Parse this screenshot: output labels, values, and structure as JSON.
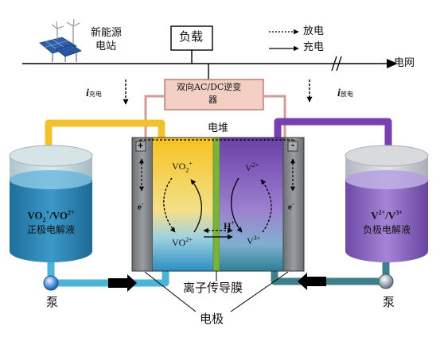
{
  "labels": {
    "renewable_station": [
      "新能源",
      "电站"
    ],
    "load": "负载",
    "legend_discharge": "放电",
    "legend_charge": "充电",
    "grid": "电网",
    "i_main": "i",
    "i_charge_sub": "充电",
    "i_discharge_sub": "放电",
    "inverter": [
      "双向AC/DC逆变",
      "器"
    ],
    "stack": "电堆",
    "positive_sign": "+",
    "negative_sign": "-",
    "electron": "e",
    "electron_sup": "-",
    "membrane": "离子传导膜",
    "electrode": "电极",
    "pump": "泵",
    "vo2_plus": "VO",
    "vo2_plus_sub": "2",
    "vo2_plus_sup": "+",
    "v2_plus": "V",
    "v2_plus_sup": "2+",
    "vo_2plus": "VO",
    "vo_2plus_sup": "2+",
    "v3_plus": "V",
    "v3_plus_sup": "3+",
    "proton": "H",
    "proton_sup": "+",
    "left_tank_formula": [
      "VO",
      "2",
      "+",
      "/VO",
      "2+"
    ],
    "left_tank_name": "正极电解液",
    "right_tank_formula": [
      "V",
      "2+",
      "/V",
      "3+"
    ],
    "right_tank_name": "负极电解液"
  },
  "colors": {
    "positive_pipe": "#f2c12e",
    "negative_pipe": "#7a3fb0",
    "left_electrolyte": "#2f86b8",
    "right_electrolyte": "#8c62c2",
    "membrane": "#7ab33a",
    "inverter_fill": "#f3cfc3",
    "inverter_border": "#b07a6a"
  },
  "icons": [
    "solar-panel-icon",
    "wind-turbine-icon",
    "pump-icon",
    "flow-arrow-icon"
  ]
}
